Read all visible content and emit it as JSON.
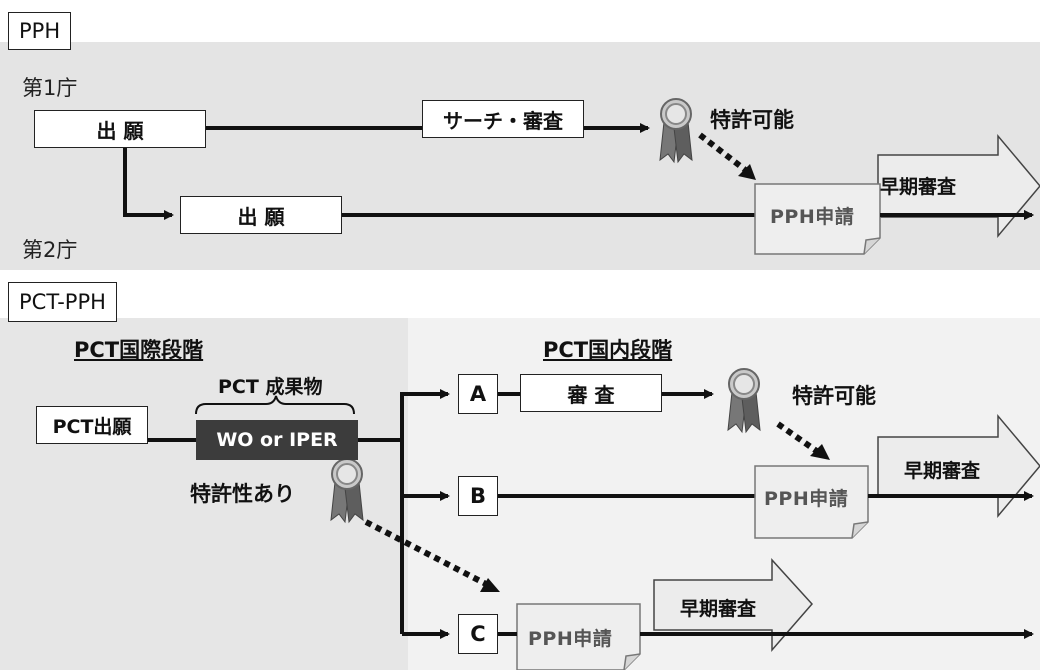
{
  "top": {
    "tab_label": "PPH",
    "office1": "第1庁",
    "office2": "第2庁",
    "application1": "出 願",
    "application2": "出 願",
    "search_exam": "サーチ・審査",
    "patentable": "特許可能",
    "pph_request": "PPH申請",
    "accelerated_exam": "早期審査"
  },
  "bottom": {
    "tab_label": "PCT-PPH",
    "intl_phase": "PCT国際段階",
    "natl_phase": "PCT国内段階",
    "pct_application": "PCT出願",
    "pct_product": "PCT 成果物",
    "wo_iper": "WO or IPER",
    "patentability": "特許性あり",
    "route_a": "A",
    "route_b": "B",
    "route_c": "C",
    "exam": "審 査",
    "patentable": "特許可能",
    "pph_request_b": "PPH申請",
    "pph_request_c": "PPH申請",
    "accelerated_exam_a": "早期審査",
    "accelerated_exam_c": "早期審査"
  },
  "colors": {
    "panel_top": "#e4e4e4",
    "panel_intl": "#e6e6e6",
    "panel_natl": "#f2f2f2",
    "wo_box": "#3c3c3c",
    "arrow_fill": "#e8e8e8",
    "line": "#111111"
  },
  "icons": [
    "ribbon-award-icon",
    "dotted-arrow-icon",
    "big-right-arrow-icon",
    "folded-document-icon"
  ]
}
